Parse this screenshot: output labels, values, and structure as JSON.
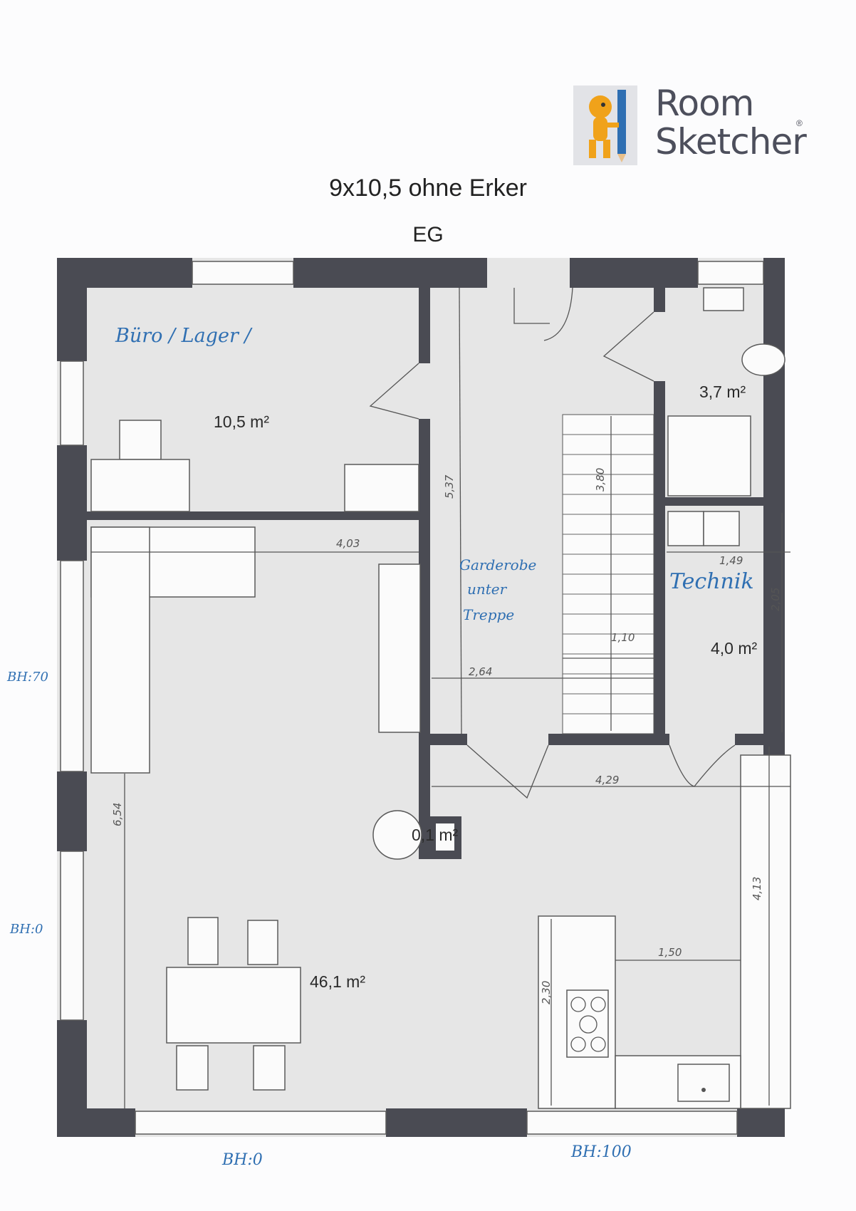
{
  "logo": {
    "line1": "Room",
    "line2": "Sketcher",
    "reg": "®"
  },
  "title": "9x10,5 ohne Erker",
  "subtitle": "EG",
  "rooms": {
    "buero_label": "Büro / Lager /",
    "buero_area": "10,5 m²",
    "wc_area": "3,7 m²",
    "technik_label": "Technik",
    "technik_area": "4,0 m²",
    "garderobe_line1": "Garderobe",
    "garderobe_line2": "unter",
    "garderobe_line3": "Treppe",
    "schacht_area": "0,1 m²",
    "wohnen_area": "46,1 m²"
  },
  "dimensions": {
    "d403": "4,03",
    "d537": "5,37",
    "d380": "3,80",
    "d149": "1,49",
    "d205": "2,05",
    "d110": "1,10",
    "d264": "2,64",
    "d429": "4,29",
    "d654": "6,54",
    "d413": "4,13",
    "d150": "1,50",
    "d230": "2,30"
  },
  "annotations": {
    "bh70": "BH:70",
    "bh0_left": "BH:0",
    "bh0_bottom": "BH:0",
    "bh100": "BH:100"
  }
}
